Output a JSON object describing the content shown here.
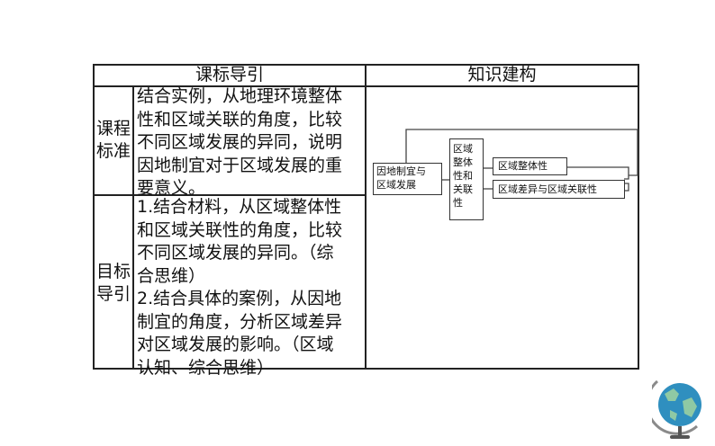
{
  "table": {
    "header_left": "课标导引",
    "header_right": "知识建构",
    "row1_label": "课程\n标准",
    "row1_text": "结合实例，从地理环境整体\n性和区域关联的角度，比较\n不同区域发展的异同，说明\n因地制宜对于区域发展的重\n要意义。",
    "row2_label": "目标\n导引",
    "row2_text": "1.结合材料，从区域整体性\n和区域关联性的角度，比较\n不同区域发展的异同。（综\n合思维）\n2.结合具体的案例，从因地\n制宜的角度，分析区域差异\n对区域发展的影响。（区域\n认知、综合思维）"
  },
  "diagram": {
    "box_left": "因地制宜与\n区域发展",
    "box_middle": "区域\n整体\n性和\n关联\n性",
    "box_top_right": "区域整体性",
    "box_bottom_right": "区域差异与区域关联性"
  },
  "decor": {
    "globe_icon": "globe-icon"
  }
}
